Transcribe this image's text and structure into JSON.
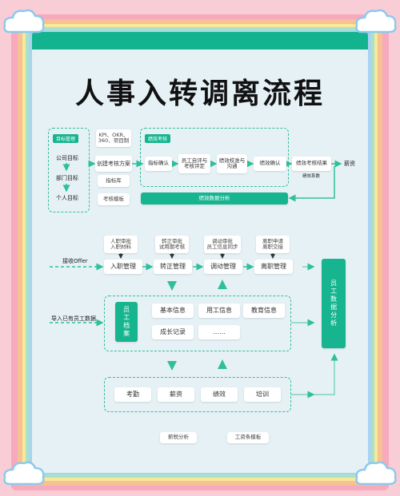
{
  "title": "人事入转调离流程",
  "colors": {
    "accent": "#16b58f",
    "panel": "#e6f1f6",
    "background": "#f9cdd6"
  },
  "performance": {
    "goals": {
      "tag": "目标管理",
      "items": [
        "公司目标",
        "部门目标",
        "个人目标"
      ]
    },
    "kpi_note": "KPI、OKR、\n360、项目制",
    "create_plan": "创建考核方案",
    "indicator_lib": "指标库",
    "template": "考核模板",
    "appraisal_tag": "绩效考核",
    "steps": [
      "指标确认",
      "员工自评与\n考核评定",
      "绩效校准与\n沟通",
      "绩效确认",
      "绩效考核结果"
    ],
    "salary": "薪资",
    "coefficient": "绩效系数",
    "analysis": "绩效数据分析"
  },
  "lifecycle": {
    "notes": [
      "人职审批\n入职材料",
      "转正审批\n试用期考核",
      "调动审批\n员工信息同步",
      "离职申请\n离职交接"
    ],
    "steps": [
      "入职管理",
      "转正管理",
      "调动管理",
      "离职管理"
    ],
    "receive_offer": "接收Offer",
    "import_existing": "导入已有员工数据",
    "data_analysis": "员工数据分析"
  },
  "archive": {
    "label": "员工档案",
    "fields": [
      "基本信息",
      "用工信息",
      "教育信息",
      "成长记录",
      "……"
    ]
  },
  "modules": [
    "考勤",
    "薪资",
    "绩效",
    "培训"
  ],
  "bottom": [
    "薪税分析",
    "工资条模板"
  ]
}
